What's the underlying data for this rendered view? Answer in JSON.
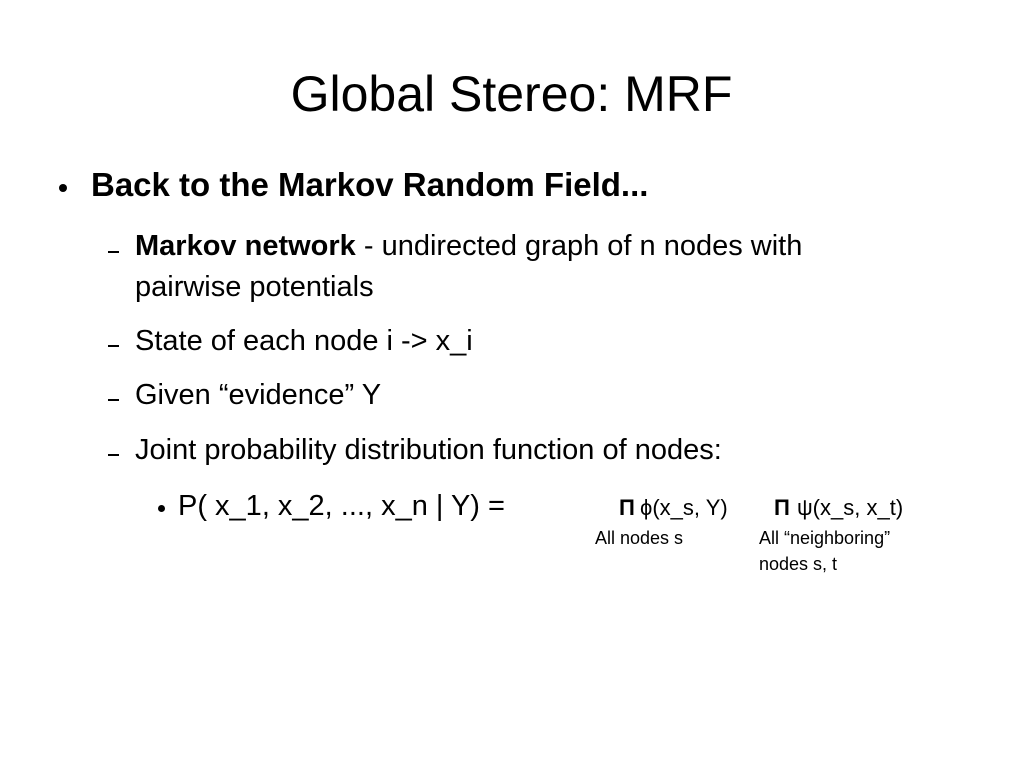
{
  "slide": {
    "title": "Global Stereo: MRF"
  },
  "bullets": {
    "main": "Back to the Markov Random Field...",
    "sub1_bold": "Markov network",
    "sub1_rest": " - undirected graph of n nodes with",
    "sub1_line2": "pairwise potentials",
    "sub2": "State of each node i -> x_i",
    "sub3": "Given “evidence” Y",
    "sub4": "Joint probability distribution function of nodes:",
    "sub5_lhs": "P( x_1, x_2, ..., x_n | Y) ="
  },
  "formula": {
    "product_symbol": "Π",
    "phi_term": "ϕ(x_s, Y)",
    "psi_term": "ψ(x_s, x_t)",
    "caption_phi": "All nodes s",
    "caption_psi_line1": "All “neighboring”",
    "caption_psi_line2": "nodes s, t"
  }
}
